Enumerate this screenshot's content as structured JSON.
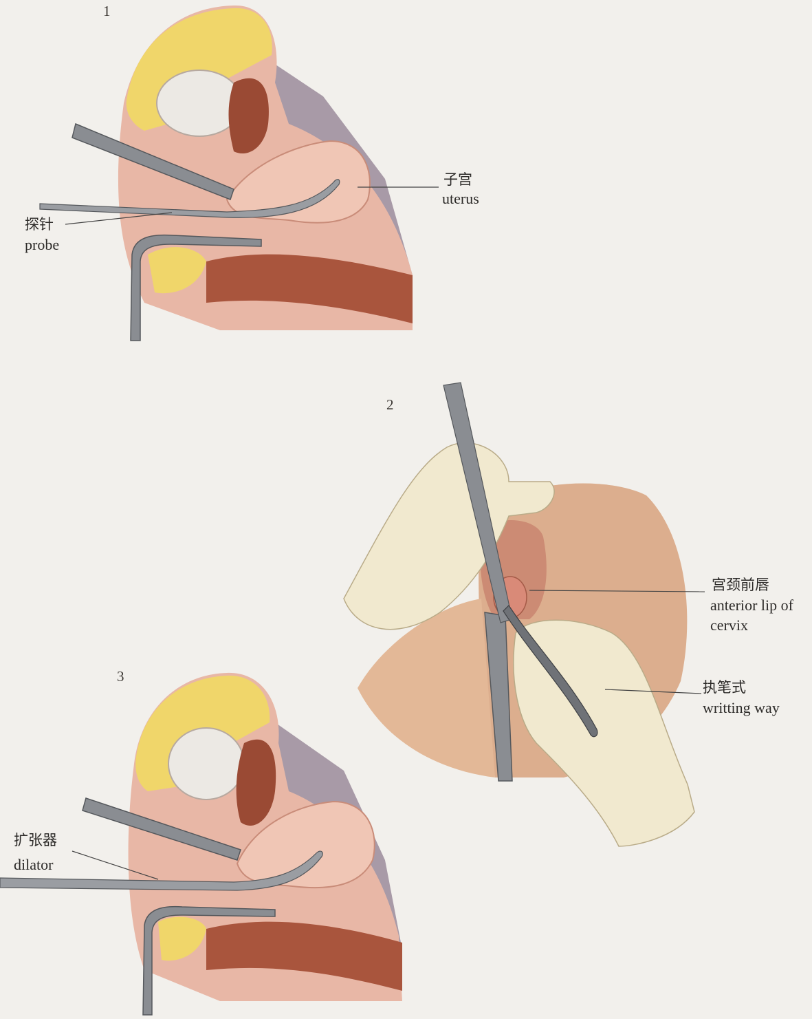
{
  "figures": [
    {
      "number": "1",
      "labels": [
        {
          "zh": "子宫",
          "en": "uterus"
        },
        {
          "zh": "探针",
          "en": "probe"
        }
      ]
    },
    {
      "number": "2",
      "labels": [
        {
          "zh": "宫颈前唇",
          "en": "anterior lip of",
          "en2": "cervix"
        },
        {
          "zh": "执笔式",
          "en": "writting way"
        }
      ]
    },
    {
      "number": "3",
      "labels": [
        {
          "zh": "扩张器",
          "en": "dilator"
        }
      ]
    }
  ],
  "colors": {
    "background": "#f2f0ec",
    "tissue_pink": "#e8b7a6",
    "muscle_pink": "#f0c6b5",
    "fat_yellow": "#f0d66a",
    "bladder_white": "#ece9e4",
    "rectum_brown": "#9a4a34",
    "shadow_purple": "#6b5470",
    "instrument_gray": "#8a8d92",
    "glove_cream": "#f1e9cf",
    "skin_tan": "#dcae8e"
  }
}
